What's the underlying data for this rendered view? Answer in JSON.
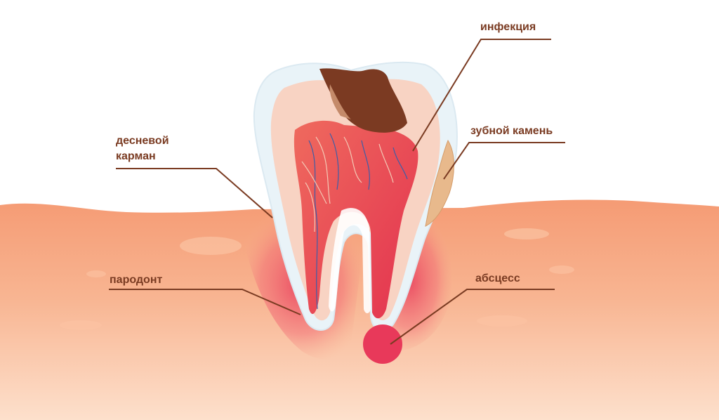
{
  "labels": {
    "infection": "инфекция",
    "calculus": "зубной камень",
    "gum_pocket_line1": "десневой",
    "gum_pocket_line2": "карман",
    "periodontium": "пародонт",
    "abscess": "абсцесс"
  },
  "colors": {
    "label_text": "#7a3b22",
    "leader_line": "#7a3b22",
    "gum": "#f6a47f",
    "enamel": "#e9f3f8",
    "dentin": "#f8d3c3",
    "pulp": "#e83b5a",
    "caries": "#7b3a22",
    "abscess": "#e8395a"
  }
}
